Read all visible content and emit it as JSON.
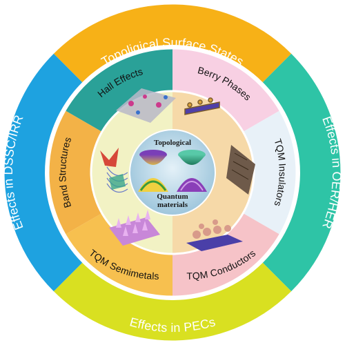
{
  "outer_ring": {
    "top": "Topoligical Surface States",
    "left": "Effects in DSSC/IRR",
    "right": "Effects in OER/HER",
    "bottom": "Effects in PECs"
  },
  "middle_ring": {
    "hall": "Hall Effects",
    "berry": "Berry Phases",
    "band": "Band Structures",
    "insulators": "TQM Insulators",
    "semimetals": "TQM Semimetals",
    "conductors": "TQM Conductors"
  },
  "core": {
    "line1": "Topological",
    "line2": "Quantum",
    "line3": "materials"
  },
  "colors": {
    "outer_top": "#f7b117",
    "outer_right": "#2ec4a6",
    "outer_bottom": "#d9e021",
    "outer_left": "#1ea2e0",
    "hall": "#2aa198",
    "berry": "#f8d0e3",
    "band": "#f3b247",
    "insulators": "#e8f1f8",
    "semimetals": "#f7c04f",
    "conductors": "#f6c3c8"
  }
}
